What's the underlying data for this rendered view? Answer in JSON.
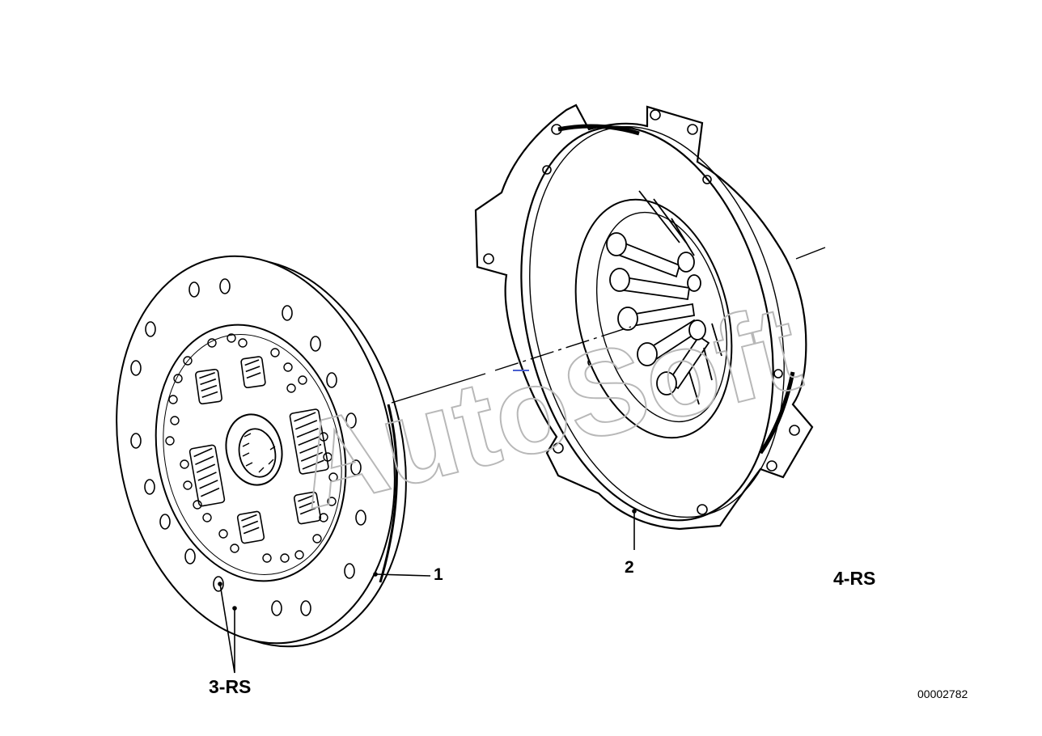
{
  "diagram": {
    "callouts": {
      "disc": "1",
      "pressure_plate": "2",
      "disc_repair_set": "3-RS",
      "plate_repair_set": "4-RS"
    },
    "figure_number": "00002782",
    "watermark": "AutoSoft"
  }
}
